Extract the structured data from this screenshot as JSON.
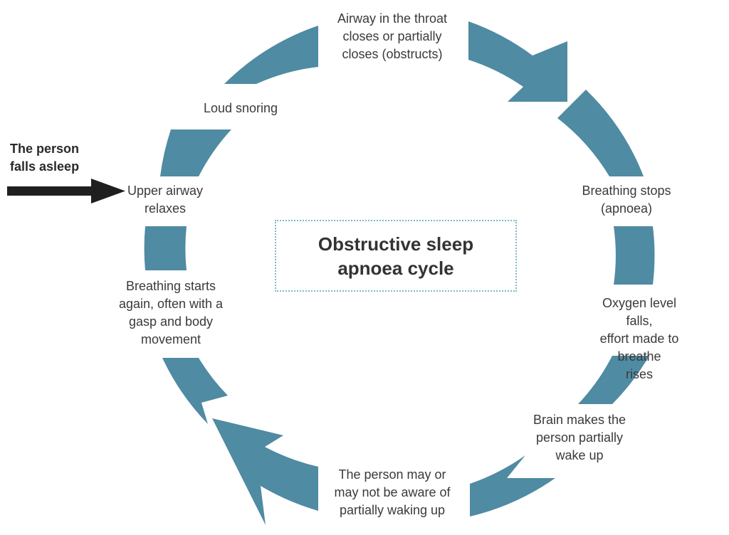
{
  "title": "Obstructive sleep\napnoea cycle",
  "entry": {
    "label": "The person\nfalls asleep"
  },
  "colors": {
    "arc": "#4f8ba2",
    "entry_arrow": "#1f1f1f",
    "title_border": "#7fb8c6"
  },
  "stages": [
    {
      "id": "airway-closes",
      "label": "Airway in the throat\ncloses or partially\ncloses (obstructs)"
    },
    {
      "id": "breathing-stops",
      "label": "Breathing stops\n(apnoea)"
    },
    {
      "id": "oxygen-falls",
      "label": "Oxygen level falls,\neffort made to breathe\nrises"
    },
    {
      "id": "brain-wakes",
      "label": "Brain makes the\nperson partially\nwake up"
    },
    {
      "id": "aware",
      "label": "The person may or\nmay not be aware of\npartially waking up"
    },
    {
      "id": "breathing-restarts",
      "label": "Breathing starts\nagain, often with a\ngasp and body\nmovement"
    },
    {
      "id": "airway-relaxes",
      "label": "Upper airway\nrelaxes"
    },
    {
      "id": "loud-snoring",
      "label": "Loud snoring"
    }
  ]
}
